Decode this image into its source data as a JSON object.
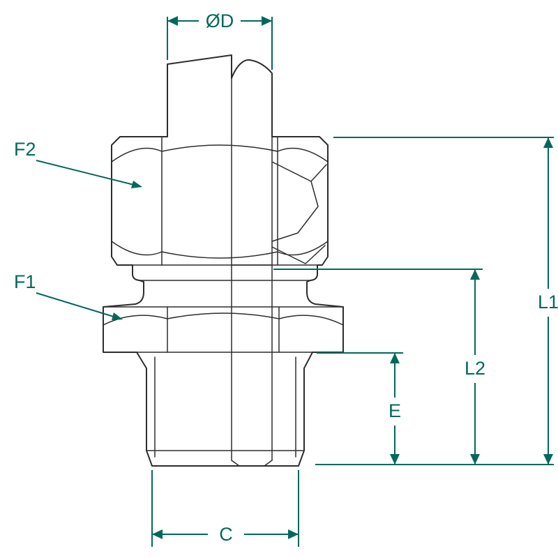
{
  "diagram": {
    "labels": {
      "diameter": "ØD",
      "f2": "F2",
      "f1": "F1",
      "l1": "L1",
      "l2": "L2",
      "e": "E",
      "c": "C"
    },
    "colors": {
      "dimension": "#00695b",
      "body_fill": "#d4dcde",
      "section_fill": "#9bb5ac",
      "outline": "#2d2d2d",
      "background": "#ffffff"
    }
  }
}
